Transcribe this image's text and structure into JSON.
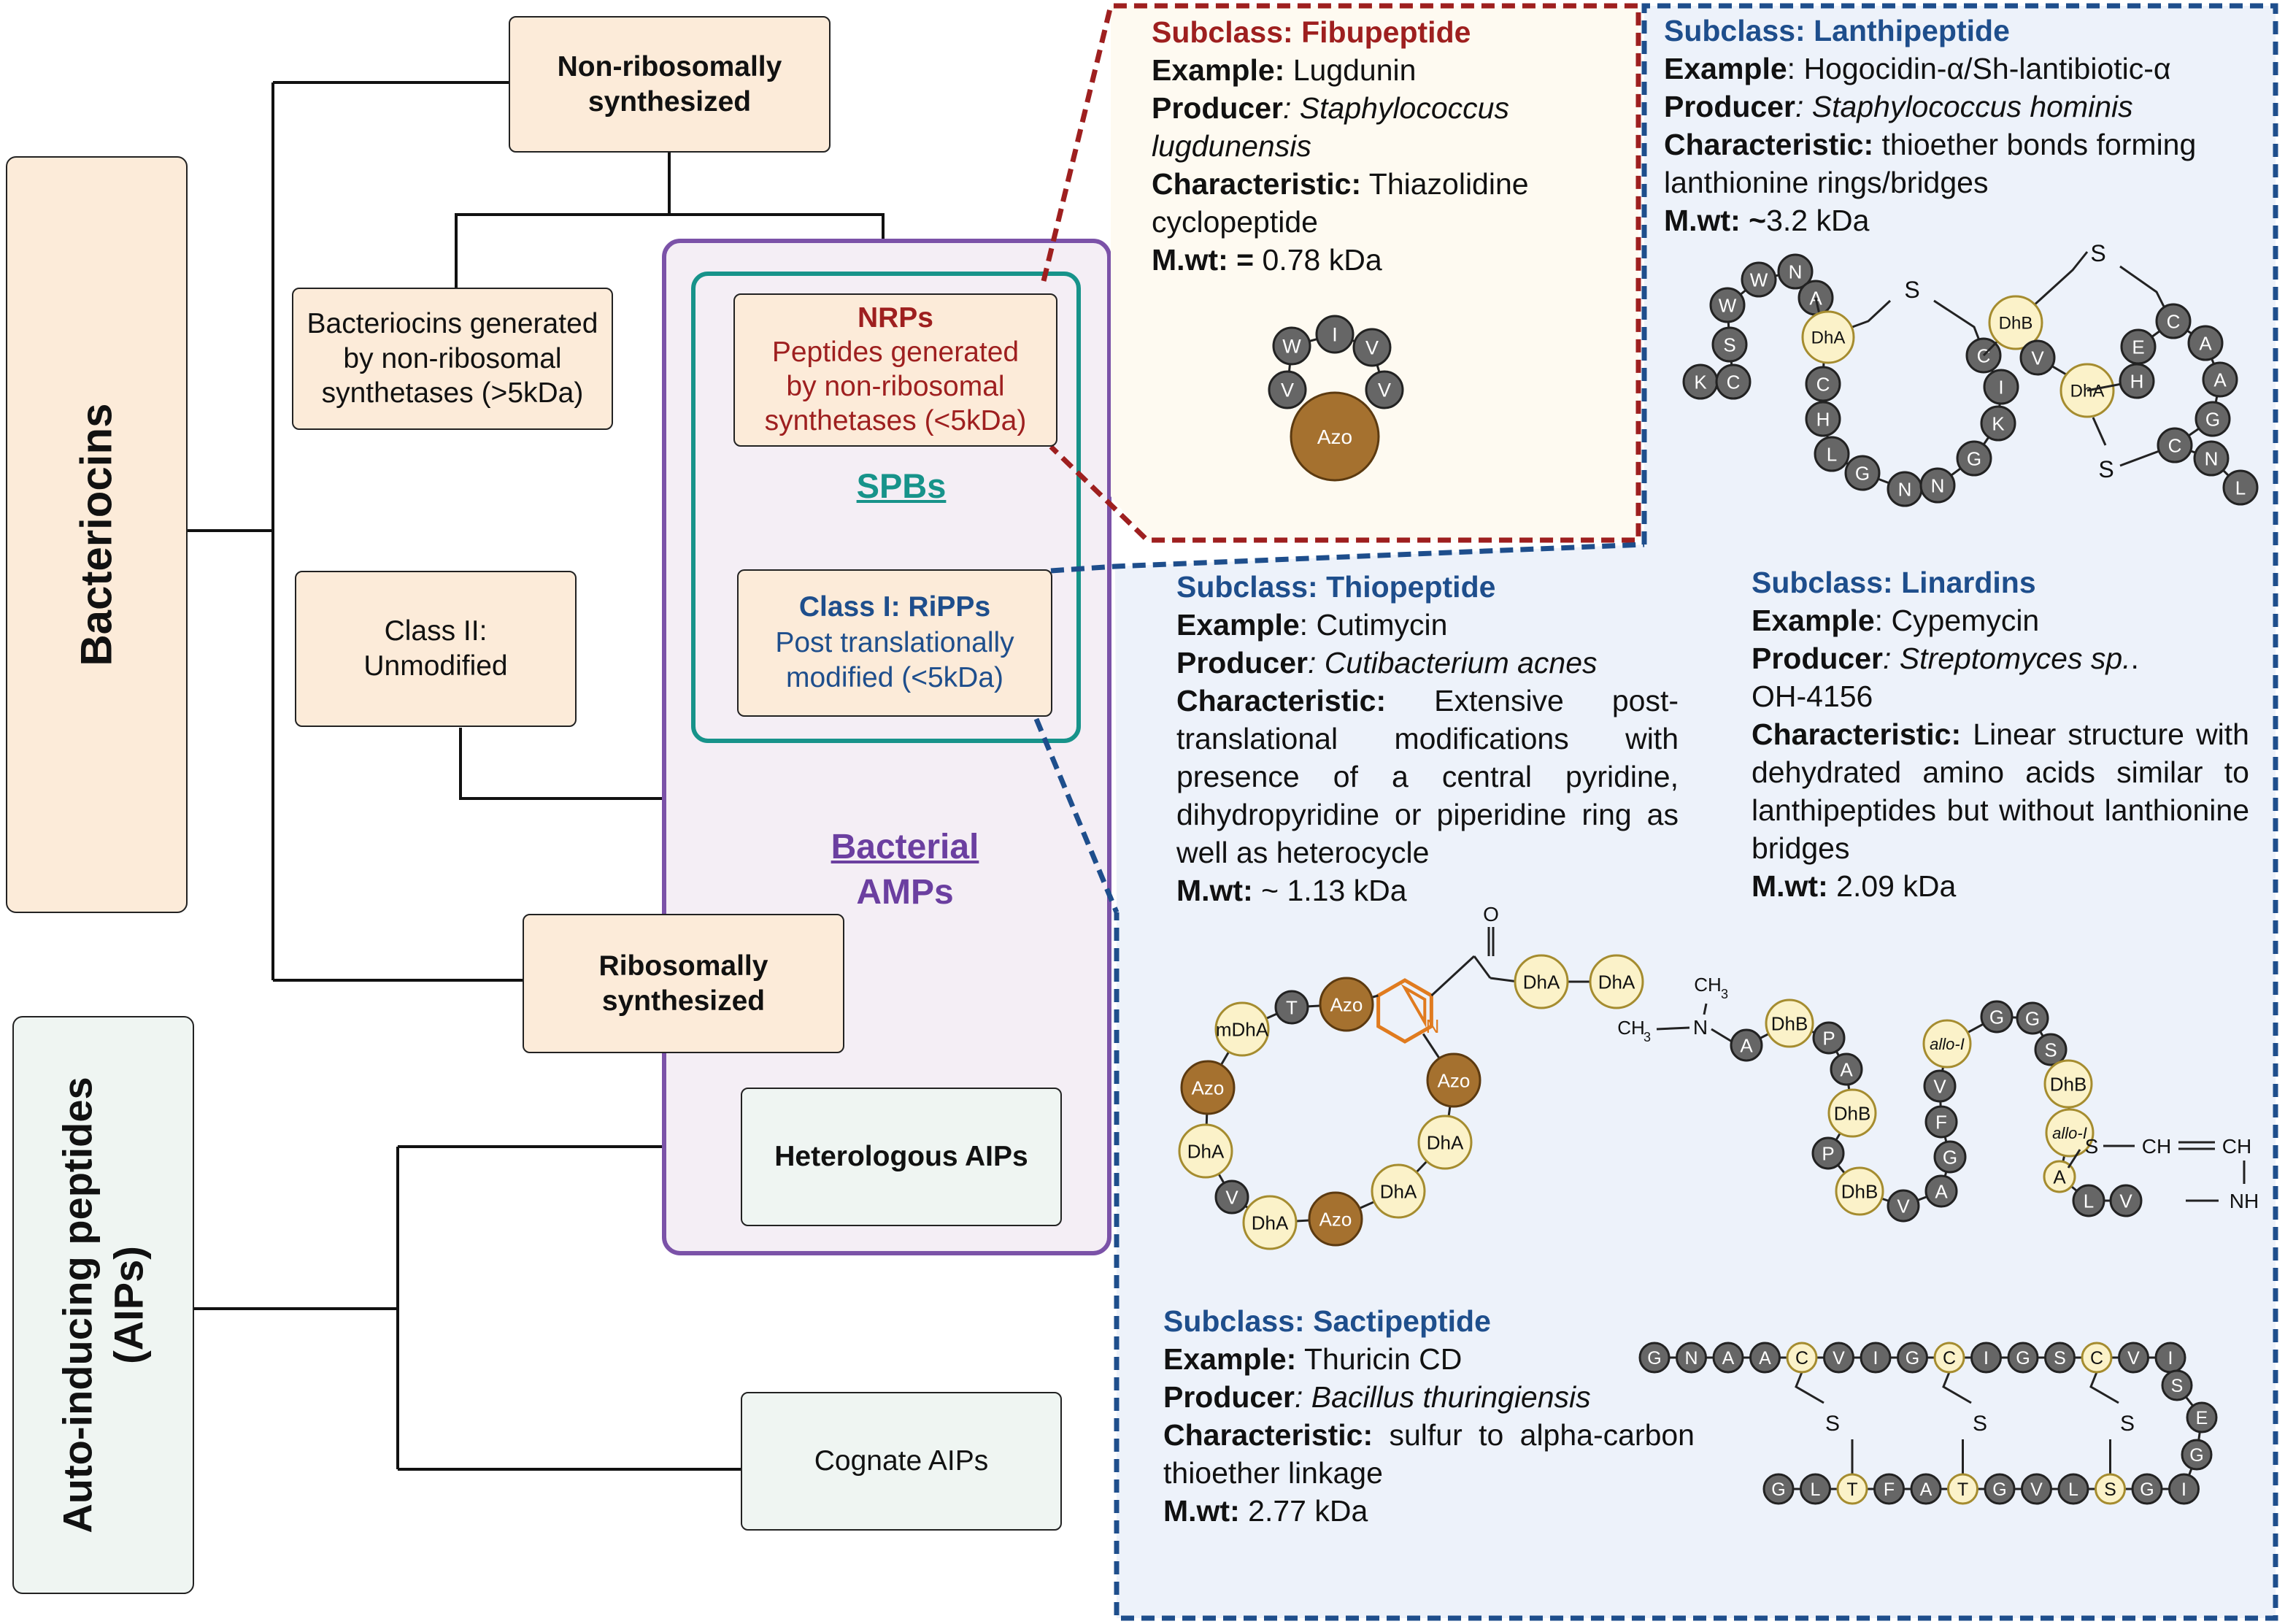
{
  "left": {
    "bacteriocins_label": "Bacteriocins",
    "aips_label_line1": "Auto-inducing peptides",
    "aips_label_line2": "(AIPs)",
    "non_ribosomal": "Non-ribosomally synthesized",
    "bact_nonribo": "Bacteriocins generated by non-ribosomal synthetases (>5kDa)",
    "class2": "Class II: Unmodified",
    "ribosomal": "Ribosomally synthesized",
    "heterologous": "Heterologous AIPs",
    "cognate": "Cognate AIPs",
    "nrps_title": "NRPs",
    "nrps_desc": "Peptides generated by non-ribosomal synthetases (<5kDa)",
    "spbs": "SPBs",
    "class1_title": "Class I: RiPPs",
    "class1_desc": "Post translationally modified (<5kDa)",
    "bacterial_amps_1": "Bacterial",
    "bacterial_amps_2": "AMPs"
  },
  "labels": {
    "subclass": "Subclass:",
    "example": "Example:",
    "example_nocolon": "Example",
    "producer": "Producer",
    "characteristic": "Characteristic:",
    "mwt": "M.wt:"
  },
  "fibupeptide": {
    "subclass": "Fibupeptide",
    "example": "Lugdunin",
    "producer": "Staphylococcus lugdunensis",
    "characteristic": "Thiazolidine cyclopeptide",
    "mwt_prefix": "=",
    "mwt": "0.78 kDa"
  },
  "lanthipeptide": {
    "subclass": "Lanthipeptide",
    "example": "Hogocidin-α/Sh-lantibiotic-α",
    "producer": "Staphylococcus hominis",
    "characteristic": "thioether bonds forming lanthionine rings/bridges",
    "mwt_prefix": "~",
    "mwt": "3.2 kDa"
  },
  "thiopeptide": {
    "subclass": "Thiopeptide",
    "example": "Cutimycin",
    "producer": "Cutibacterium acnes",
    "characteristic": "Extensive post-translational modifications with presence of a central pyridine, dihydropyridine or piperidine ring as well as heterocycle",
    "mwt": "~ 1.13 kDa"
  },
  "linardins": {
    "subclass": "Linardins",
    "example": "Cypemycin",
    "producer": "Streptomyces sp.",
    "producer_suffix": "OH-4156",
    "characteristic": "Linear structure with dehydrated amino acids similar to lanthipeptides but without lanthionine bridges",
    "mwt": "2.09 kDa"
  },
  "sactipeptide": {
    "subclass": "Sactipeptide",
    "example": "Thuricin CD",
    "producer": "Bacillus thuringiensis",
    "characteristic": "sulfur to alpha-carbon thioether linkage",
    "mwt": "2.77 kDa"
  },
  "structures": {
    "fibupeptide_ring": [
      "W",
      "I",
      "V",
      "V",
      "V"
    ],
    "azo": "Azo",
    "dha": "DhA",
    "dhb": "DhB",
    "mdha": "mDhA",
    "s": "S",
    "o": "O",
    "n": "N",
    "ch3": "CH",
    "ch3_sub": "3",
    "nh": "NH",
    "ch": "CH",
    "allo": "allo-I",
    "lan_left": [
      "K",
      "C",
      "S",
      "W",
      "W",
      "N",
      "A"
    ],
    "lan_ring1": [
      "C",
      "H",
      "L",
      "G",
      "N",
      "N",
      "G",
      "K",
      "I",
      "C"
    ],
    "lan_mid": [
      "V"
    ],
    "lan_ring2": [
      "H",
      "E",
      "C",
      "A",
      "A",
      "G",
      "C",
      "N",
      "L"
    ],
    "thio_ring_gray": [
      "T",
      "V"
    ],
    "lin_chain": [
      "A",
      "P",
      "A",
      "P",
      "V",
      "A",
      "G",
      "F",
      "V",
      "G",
      "G",
      "S",
      "A",
      "L",
      "V"
    ],
    "sacti_top": [
      "G",
      "N",
      "A",
      "A",
      "C",
      "V",
      "I",
      "G",
      "C",
      "I",
      "G",
      "S",
      "C",
      "V",
      "I"
    ],
    "sacti_turn": [
      "S",
      "E",
      "G"
    ],
    "sacti_bottom": [
      "G",
      "L",
      "T",
      "F",
      "A",
      "T",
      "G",
      "V",
      "L",
      "S",
      "G",
      "I"
    ]
  }
}
